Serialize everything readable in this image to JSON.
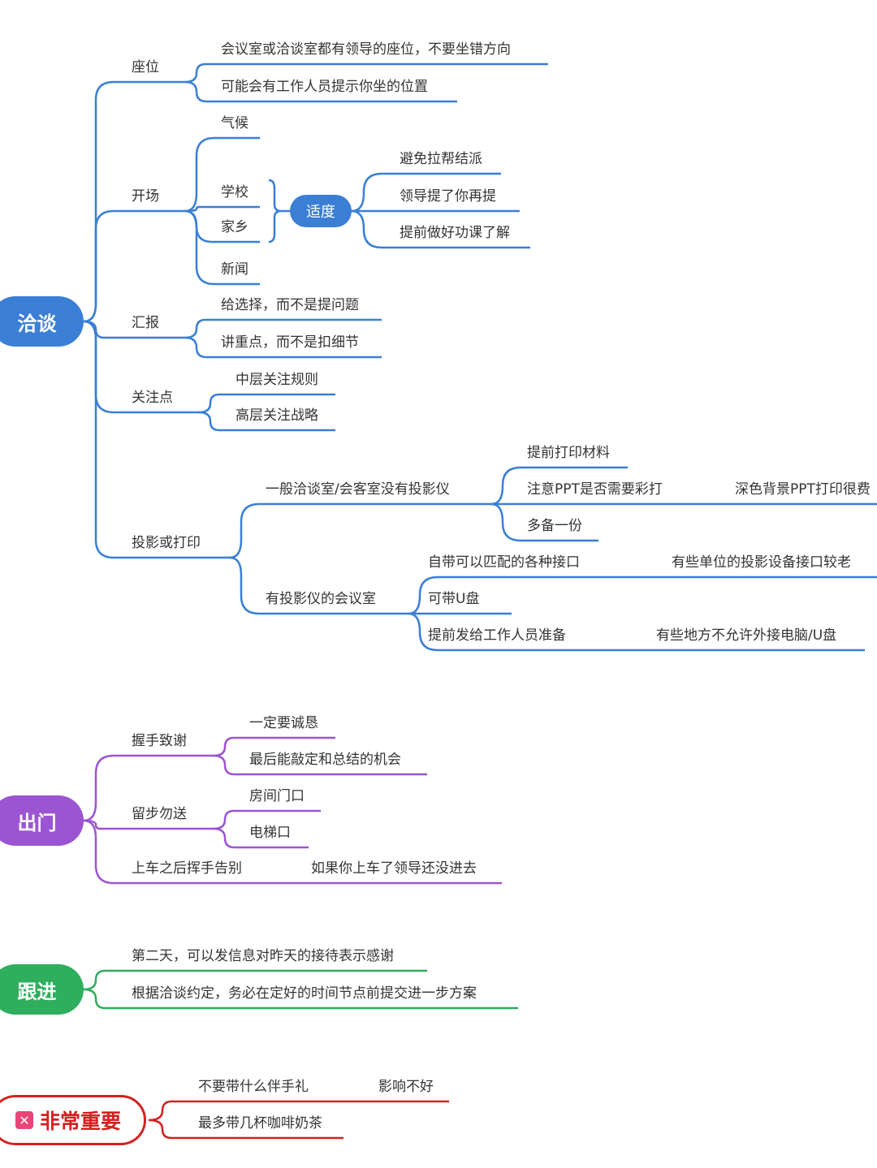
{
  "colors": {
    "blue": "#3a7fd5",
    "purple": "#9b55d2",
    "green": "#2fae5e",
    "red": "#d42020",
    "icon": "#e8457a"
  },
  "groups": {
    "negotiate": {
      "title": "洽谈",
      "seat": {
        "label": "座位",
        "items": [
          "会议室或洽谈室都有领导的座位，不要坐错方向",
          "可能会有工作人员提示你坐的位置"
        ]
      },
      "opening": {
        "label": "开场",
        "items": [
          "气候",
          "学校",
          "家乡",
          "新闻"
        ],
        "moderate": "适度",
        "moderate_items": [
          "避免拉帮结派",
          "领导提了你再提",
          "提前做好功课了解"
        ]
      },
      "report": {
        "label": "汇报",
        "items": [
          "给选择，而不是提问题",
          "讲重点，而不是扣细节"
        ]
      },
      "focus": {
        "label": "关注点",
        "items": [
          "中层关注规则",
          "高层关注战略"
        ]
      },
      "projection": {
        "label": "投影或打印",
        "no_projector": {
          "label": "一般洽谈室/会客室没有投影仪",
          "items": [
            "提前打印材料",
            "注意PPT是否需要彩打",
            "多备一份"
          ],
          "note": "深色背景PPT打印很费"
        },
        "with_projector": {
          "label": "有投影仪的会议室",
          "items": [
            "自带可以匹配的各种接口",
            "可带U盘",
            "提前发给工作人员准备"
          ],
          "notes": [
            "有些单位的投影设备接口较老",
            "有些地方不允许外接电脑/U盘"
          ]
        }
      }
    },
    "leave": {
      "title": "出门",
      "handshake": {
        "label": "握手致谢",
        "items": [
          "一定要诚恳",
          "最后能敲定和总结的机会"
        ]
      },
      "see_off": {
        "label": "留步勿送",
        "items": [
          "房间门口",
          "电梯口"
        ]
      },
      "wave": {
        "label": "上车之后挥手告别",
        "note": "如果你上车了领导还没进去"
      }
    },
    "follow": {
      "title": "跟进",
      "items": [
        "第二天，可以发信息对昨天的接待表示感谢",
        "根据洽谈约定，务必在定好的时间节点前提交进一步方案"
      ]
    },
    "important": {
      "title": "非常重要",
      "icon": "close-square-icon",
      "items": [
        "不要带什么伴手礼",
        "最多带几杯咖啡奶茶"
      ],
      "note": "影响不好"
    }
  }
}
